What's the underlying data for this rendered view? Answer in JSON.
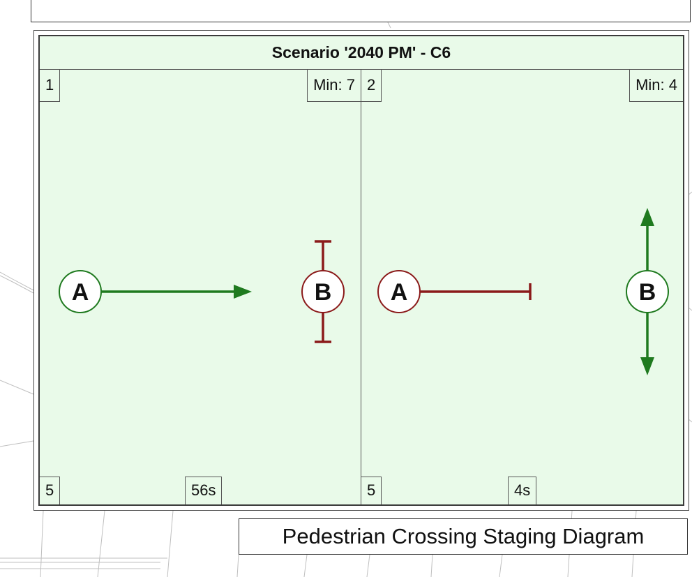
{
  "diagram": {
    "title": "Scenario '2040 PM' - C6",
    "caption": "Pedestrian Crossing Staging Diagram",
    "colors": {
      "panel_bg": "#e9fae9",
      "green_arrow": "#1f7a1f",
      "red_barrier": "#8b1a1a",
      "node_border_green": "#1f7a1f",
      "node_border_red": "#8b1a1a"
    },
    "stages": [
      {
        "number": "1",
        "min": "Min: 7",
        "bottom_left": "5",
        "duration": "56s",
        "nodes": [
          {
            "label": "A",
            "status": "green",
            "movement": "arrow-right"
          },
          {
            "label": "B",
            "status": "red",
            "movement": "blocked-vertical"
          }
        ]
      },
      {
        "number": "2",
        "min": "Min: 4",
        "bottom_left": "5",
        "duration": "4s",
        "nodes": [
          {
            "label": "A",
            "status": "red",
            "movement": "blocked-right"
          },
          {
            "label": "B",
            "status": "green",
            "movement": "arrow-vertical"
          }
        ]
      }
    ]
  }
}
